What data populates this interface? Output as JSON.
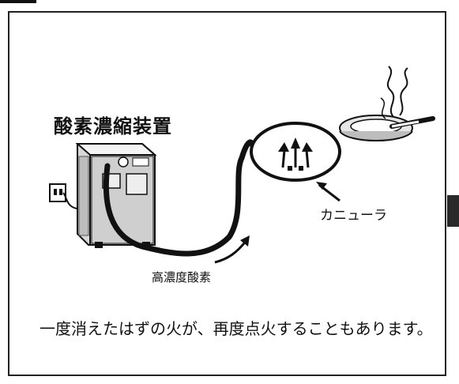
{
  "device_label": "酸素濃縮装置",
  "cannula_label": "カニューラ",
  "oxygen_label": "高濃度酸素",
  "caption": "一度消えたはずの火が、再度点火することもあります。"
}
